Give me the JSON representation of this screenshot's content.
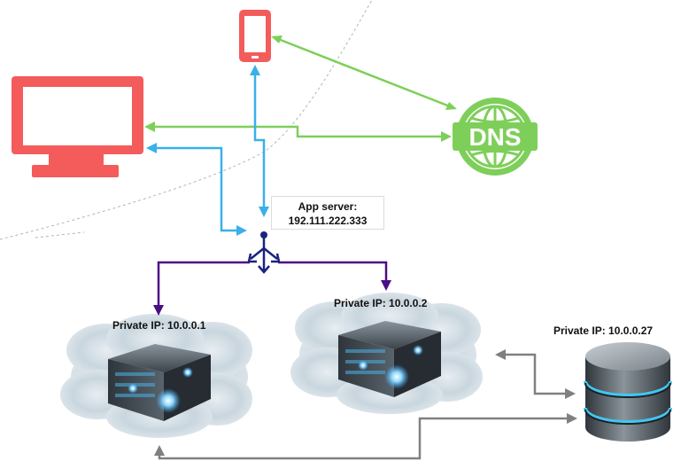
{
  "app_server": {
    "title": "App server:",
    "ip": "192.111.222.333"
  },
  "dns": {
    "label": "DNS",
    "icon": "globe-icon"
  },
  "nodes": {
    "server1": {
      "label": "Private IP: 10.0.0.1",
      "icon": "server-icon"
    },
    "server2": {
      "label": "Private IP: 10.0.0.2",
      "icon": "server-icon"
    },
    "database": {
      "label": "Private IP: 10.0.0.27",
      "icon": "database-icon"
    }
  },
  "devices": {
    "desktop": {
      "icon": "monitor-icon"
    },
    "mobile": {
      "icon": "smartphone-icon"
    }
  },
  "colors": {
    "device_red": "#f45b5b",
    "dns_green": "#7ecf5a",
    "blue_link": "#3ab0e8",
    "purple_link": "#4b0d85",
    "grey_link": "#808080",
    "balancer_navy": "#1a237e"
  }
}
